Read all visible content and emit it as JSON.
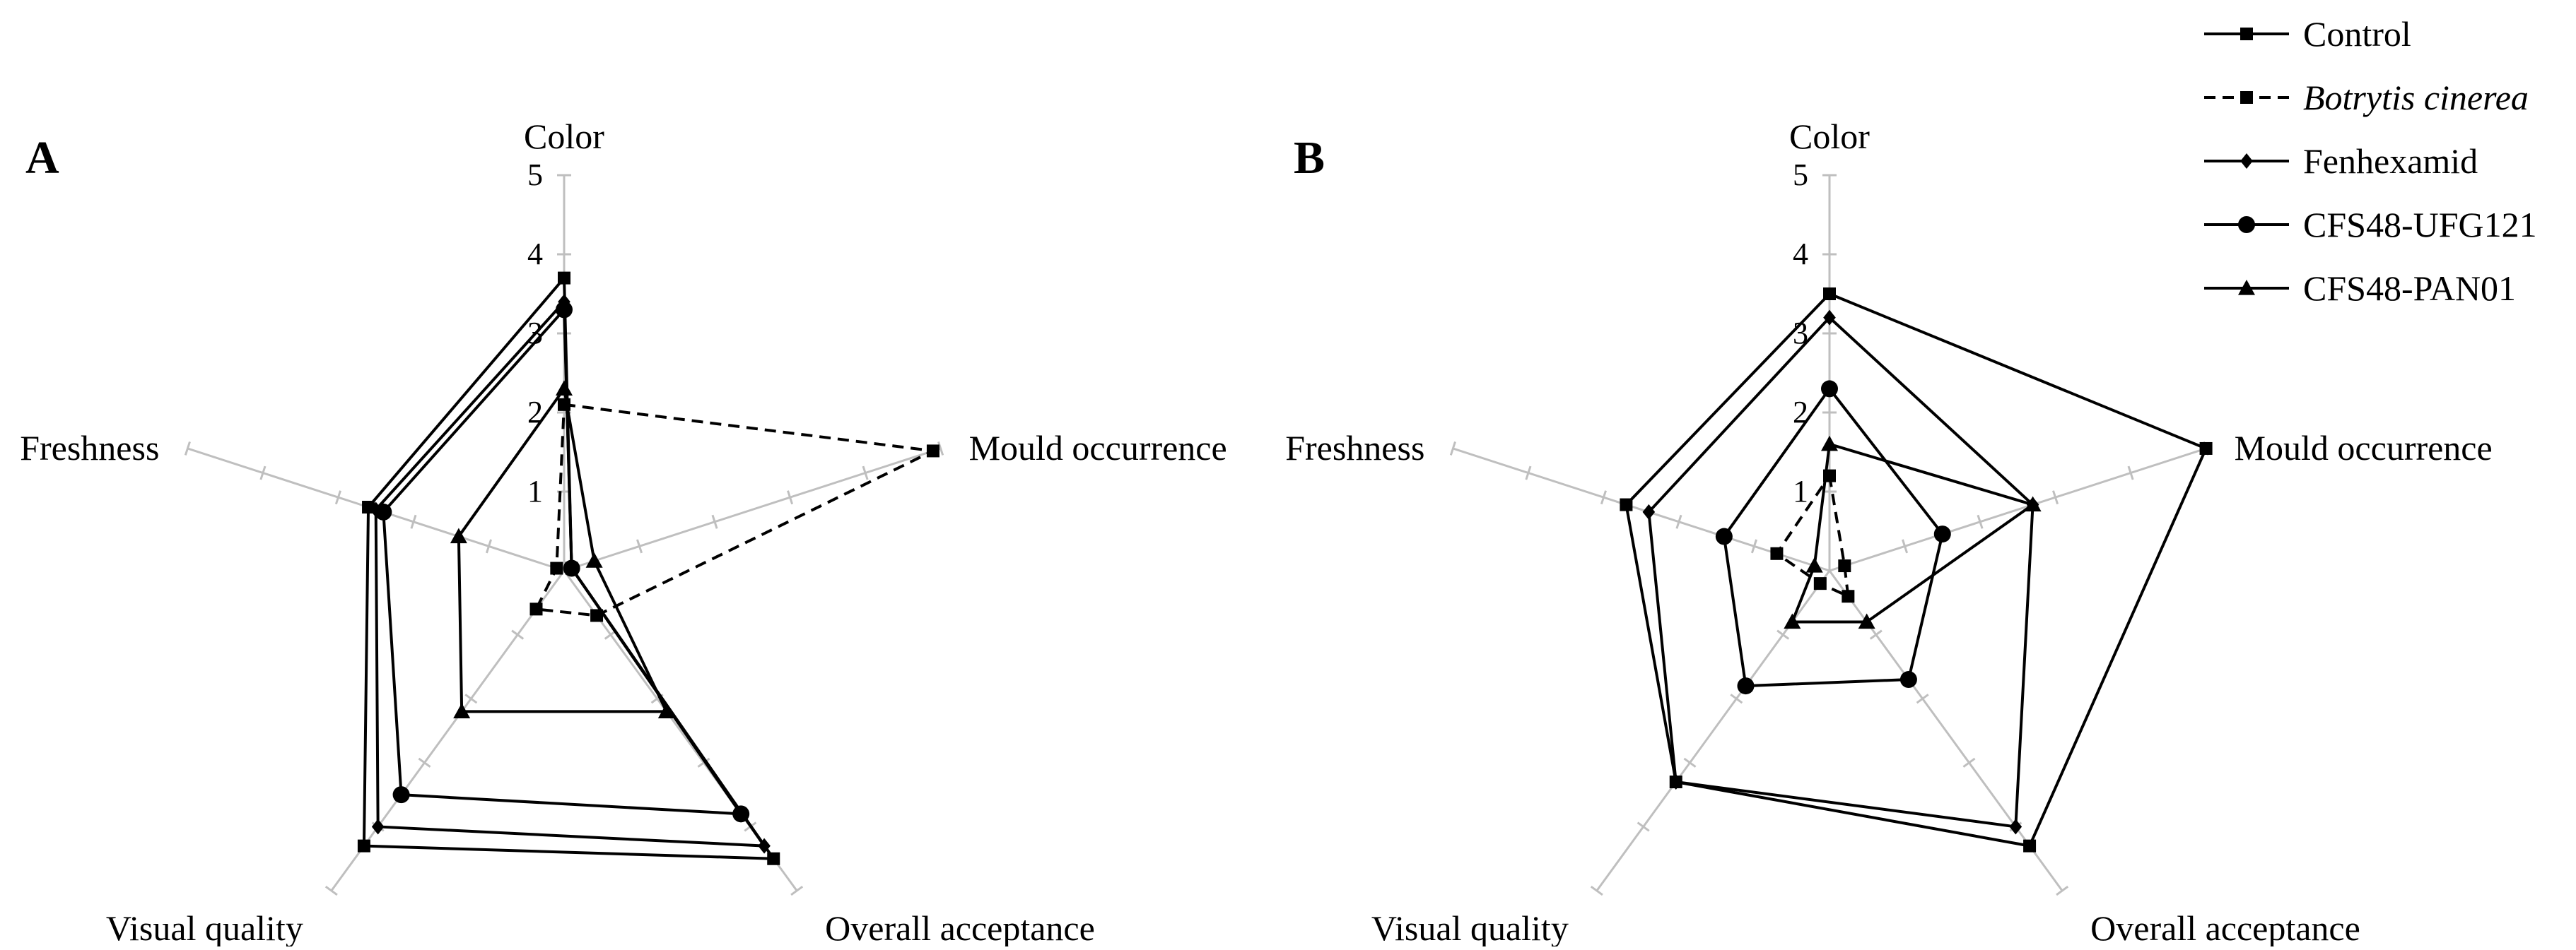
{
  "chart_data": [
    {
      "type": "radar",
      "panel_label": "A",
      "axes": [
        "Color",
        "Mould occurrence",
        "Overall acceptance",
        "Visual quality",
        "Freshness"
      ],
      "rlim": [
        0,
        5
      ],
      "ticks": [
        "1",
        "2",
        "3",
        "4",
        "5"
      ],
      "series": [
        {
          "name": "Control",
          "values": [
            3.7,
            0.1,
            4.5,
            4.3,
            2.6
          ]
        },
        {
          "name": "Botrytis cinerea",
          "values": [
            2.1,
            4.9,
            0.7,
            0.6,
            0.1
          ]
        },
        {
          "name": "Fenhexamid",
          "values": [
            3.4,
            0.1,
            4.3,
            4.0,
            2.5
          ]
        },
        {
          "name": "CFS48-UFG121",
          "values": [
            3.3,
            0.1,
            3.8,
            3.5,
            2.4
          ]
        },
        {
          "name": "CFS48-PAN01",
          "values": [
            2.3,
            0.4,
            2.2,
            2.2,
            1.4
          ]
        }
      ]
    },
    {
      "type": "radar",
      "panel_label": "B",
      "axes": [
        "Color",
        "Mould occurrence",
        "Overall acceptance",
        "Visual quality",
        "Freshness"
      ],
      "rlim": [
        0,
        5
      ],
      "ticks": [
        "1",
        "2",
        "3",
        "4",
        "5"
      ],
      "series": [
        {
          "name": "Control",
          "values": [
            3.5,
            5.0,
            4.3,
            3.3,
            2.7
          ]
        },
        {
          "name": "Botrytis cinerea",
          "values": [
            1.2,
            0.2,
            0.4,
            0.2,
            0.7
          ]
        },
        {
          "name": "Fenhexamid",
          "values": [
            3.2,
            2.7,
            4.0,
            3.3,
            2.4
          ]
        },
        {
          "name": "CFS48-UFG121",
          "values": [
            2.3,
            1.5,
            1.7,
            1.8,
            1.4
          ]
        },
        {
          "name": "CFS48-PAN01",
          "values": [
            1.6,
            2.7,
            0.8,
            0.8,
            0.2
          ]
        }
      ]
    }
  ],
  "legend": {
    "placement": "top-right",
    "items": [
      {
        "label": "Control",
        "marker": "square",
        "dash": "solid"
      },
      {
        "label": "Botrytis cinerea",
        "marker": "square",
        "dash": "dashed",
        "italic": true
      },
      {
        "label": "Fenhexamid",
        "marker": "diamond",
        "dash": "solid"
      },
      {
        "label": "CFS48-UFG121",
        "marker": "circle",
        "dash": "solid"
      },
      {
        "label": "CFS48-PAN01",
        "marker": "triangle",
        "dash": "solid"
      }
    ]
  },
  "colors": {
    "series": "#000000",
    "axis": "#bfbfbf"
  }
}
